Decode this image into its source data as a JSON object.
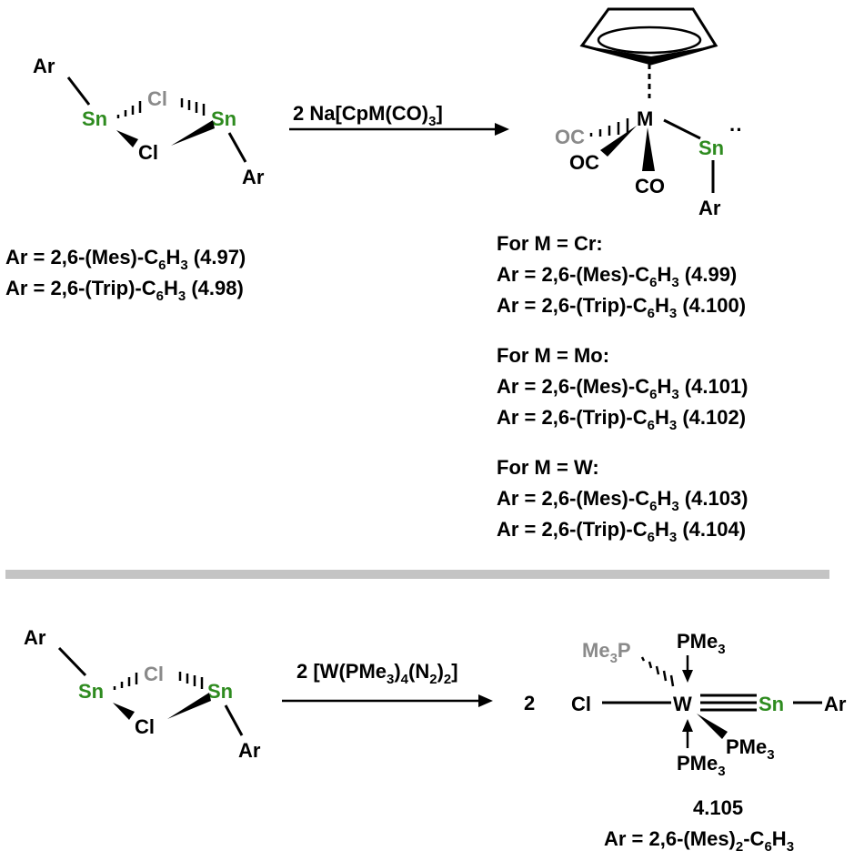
{
  "colors": {
    "tin": "#2e8b1f",
    "grey_ligand": "#8a8a8a",
    "divider": "#c4c4c4"
  },
  "top": {
    "reactant": {
      "ar1": "Ar",
      "ar2": "Ar",
      "sn1": "Sn",
      "sn2": "Sn",
      "cl_back": "Cl",
      "cl_front": "Cl"
    },
    "arrow_reagent": {
      "pre": "2 Na[CpM(CO)",
      "sub": "3",
      "post": "]"
    },
    "product": {
      "metal": "M",
      "oc_grey": "OC",
      "oc": "OC",
      "co": "CO",
      "sn": "Sn",
      "ar": "Ar",
      "lone_pair": "··"
    },
    "reactant_labels": [
      {
        "pre": "Ar = 2,6-(Mes)-C",
        "s1": "6",
        "mid": "H",
        "s2": "3",
        "post": " (4.97)"
      },
      {
        "pre": "Ar = 2,6-(Trip)-C",
        "s1": "6",
        "mid": "H",
        "s2": "3",
        "post": " (4.98)"
      }
    ],
    "product_groups": [
      {
        "header": "For M = Cr:",
        "lines": [
          {
            "pre": "Ar = 2,6-(Mes)-C",
            "s1": "6",
            "mid": "H",
            "s2": "3",
            "post": " (4.99)"
          },
          {
            "pre": "Ar = 2,6-(Trip)-C",
            "s1": "6",
            "mid": "H",
            "s2": "3",
            "post": " (4.100)"
          }
        ]
      },
      {
        "header": "For M = Mo:",
        "lines": [
          {
            "pre": "Ar = 2,6-(Mes)-C",
            "s1": "6",
            "mid": "H",
            "s2": "3",
            "post": " (4.101)"
          },
          {
            "pre": "Ar = 2,6-(Trip)-C",
            "s1": "6",
            "mid": "H",
            "s2": "3",
            "post": " (4.102)"
          }
        ]
      },
      {
        "header": "For M = W:",
        "lines": [
          {
            "pre": "Ar = 2,6-(Mes)-C",
            "s1": "6",
            "mid": "H",
            "s2": "3",
            "post": " (4.103)"
          },
          {
            "pre": "Ar = 2,6-(Trip)-C",
            "s1": "6",
            "mid": "H",
            "s2": "3",
            "post": " (4.104)"
          }
        ]
      }
    ]
  },
  "bottom": {
    "reactant": {
      "ar1": "Ar",
      "ar2": "Ar",
      "sn1": "Sn",
      "sn2": "Sn",
      "cl_back": "Cl",
      "cl_front": "Cl"
    },
    "arrow_reagent": {
      "pre": "2 [W(PMe",
      "s1": "3",
      "mid1": ")",
      "s2": "4",
      "mid2": "(N",
      "s3": "2",
      "mid3": ")",
      "s4": "2",
      "post": "]"
    },
    "coefficient": "2",
    "product": {
      "me3p_pre": "Me",
      "me3p_sub": "3",
      "me3p_post": "P",
      "pme3_top_pre": "PMe",
      "pme3_top_sub": "3",
      "pme3_right_pre": "PMe",
      "pme3_right_sub": "3",
      "pme3_bottom_pre": "PMe",
      "pme3_bottom_sub": "3",
      "cl": "Cl",
      "w": "W",
      "sn": "Sn",
      "ar": "Ar"
    },
    "compound_number": "4.105",
    "ar_def": {
      "pre": "Ar = 2,6-(Mes)",
      "s1": "2",
      "mid": "-C",
      "s2": "6",
      "mid2": "H",
      "s3": "3"
    }
  }
}
